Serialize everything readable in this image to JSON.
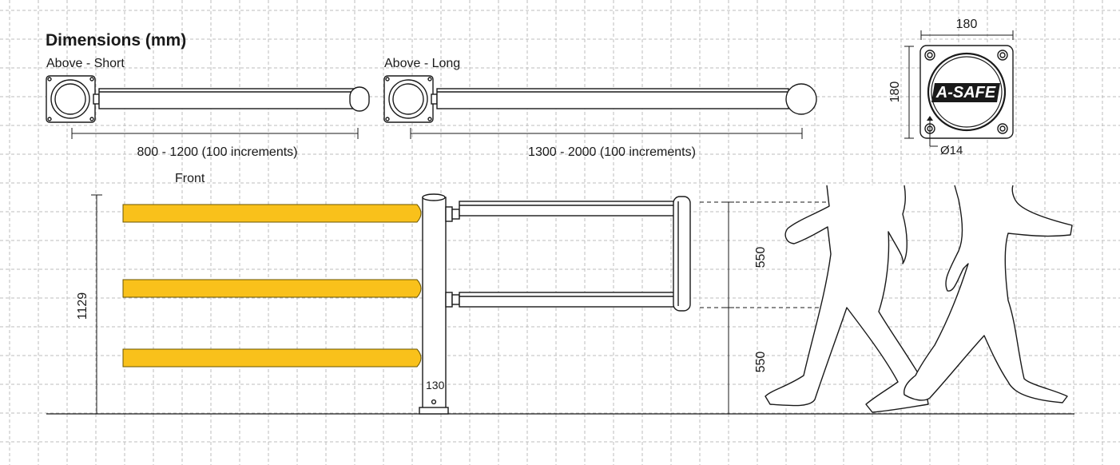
{
  "title": "Dimensions (mm)",
  "views": {
    "above_short": {
      "label": "Above - Short",
      "dimension": "800 - 1200 (100 increments)"
    },
    "above_long": {
      "label": "Above - Long",
      "dimension": "1300 - 2000 (100 increments)"
    },
    "front": {
      "label": "Front",
      "height": "1129",
      "post_width": "130",
      "upper_gap": "550",
      "lower_gap": "550"
    },
    "post_top": {
      "width": "180",
      "height": "180",
      "hole": "Ø14",
      "logo": "A-SAFE"
    }
  },
  "colors": {
    "rail": "#f9c11b",
    "ink": "#1a1a1a",
    "grid": "#bdbdbd"
  },
  "icons": [
    "post-baseplate-icon",
    "ball-end-icon",
    "walking-people-icon"
  ]
}
